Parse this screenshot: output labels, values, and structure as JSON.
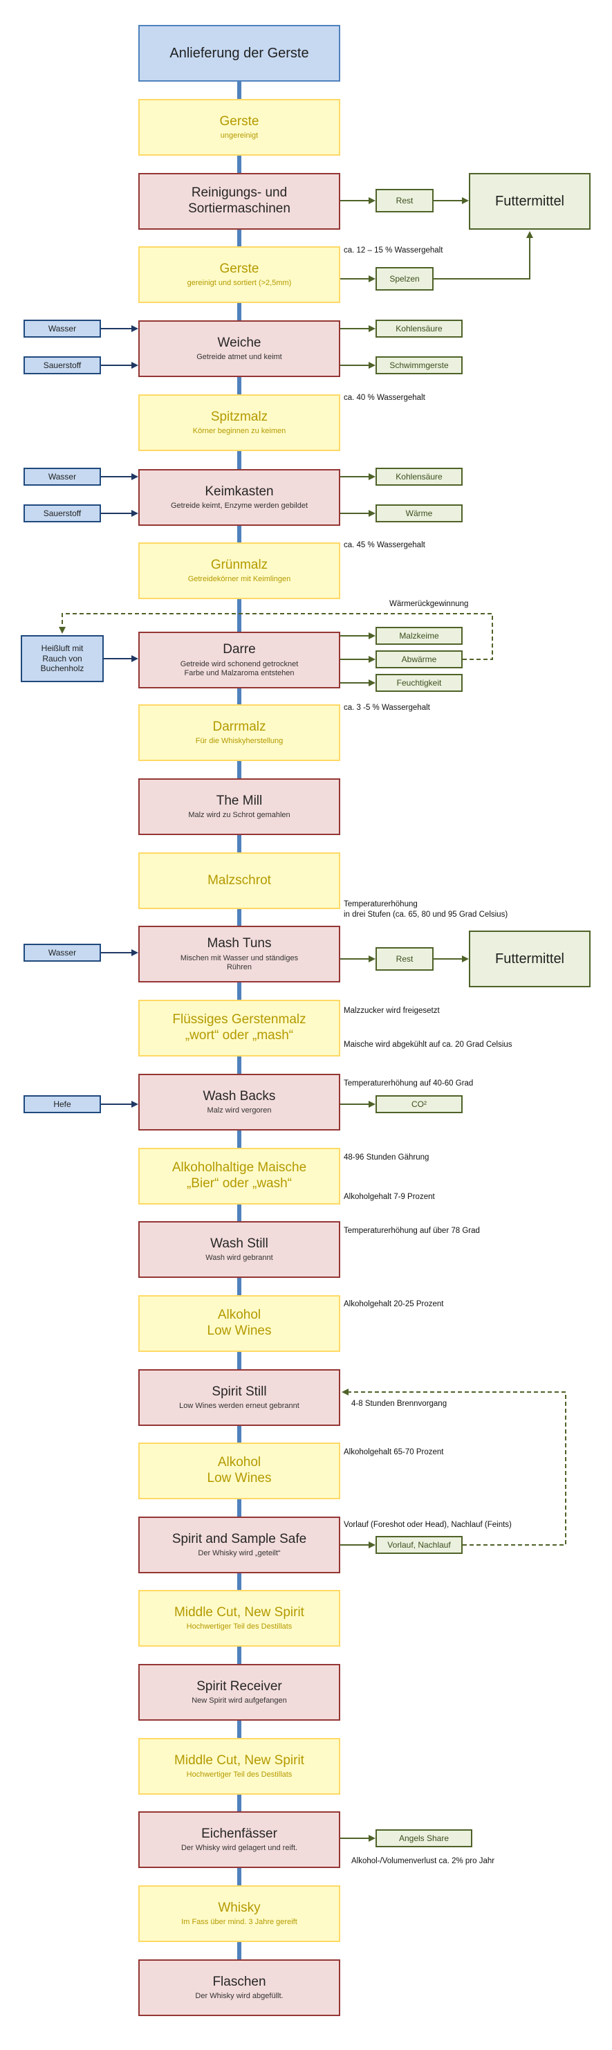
{
  "main_flow": [
    {
      "title": "Anlieferung der Gerste",
      "sub": "",
      "style": "blueTop"
    },
    {
      "title": "Gerste",
      "sub": "ungereinigt",
      "style": "yellow"
    },
    {
      "title": "Reinigungs- und\nSortiermaschinen",
      "sub": "",
      "style": "red"
    },
    {
      "title": "Gerste",
      "sub": "gereinigt und sortiert (>2,5mm)",
      "style": "yellow"
    },
    {
      "title": "Weiche",
      "sub": "Getreide atmet und keimt",
      "style": "red"
    },
    {
      "title": "Spitzmalz",
      "sub": "Körner beginnen zu keimen",
      "style": "yellow"
    },
    {
      "title": "Keimkasten",
      "sub": "Getreide keimt, Enzyme werden gebildet",
      "style": "red"
    },
    {
      "title": "Grünmalz",
      "sub": "Getreidekörner mit Keimlingen",
      "style": "yellow"
    },
    {
      "title": "Darre",
      "sub": "Getreide wird schonend getrocknet\nFarbe und Malzaroma entstehen",
      "style": "red"
    },
    {
      "title": "Darrmalz",
      "sub": "Für die Whiskyherstellung",
      "style": "yellow"
    },
    {
      "title": "The Mill",
      "sub": "Malz wird zu Schrot gemahlen",
      "style": "red"
    },
    {
      "title": "Malzschrot",
      "sub": "",
      "style": "yellow"
    },
    {
      "title": "Mash Tuns",
      "sub": "Mischen mit Wasser und ständiges\nRühren",
      "style": "red"
    },
    {
      "title": "Flüssiges Gerstenmalz\n„wort“ oder „mash“",
      "sub": "",
      "style": "yellow"
    },
    {
      "title": "Wash Backs",
      "sub": "Malz wird vergoren",
      "style": "red"
    },
    {
      "title": "Alkoholhaltige Maische\n„Bier“ oder „wash“",
      "sub": "",
      "style": "yellow"
    },
    {
      "title": "Wash Still",
      "sub": "Wash wird gebrannt",
      "style": "red"
    },
    {
      "title": "Alkohol\nLow Wines",
      "sub": "",
      "style": "yellow"
    },
    {
      "title": "Spirit Still",
      "sub": "Low Wines werden erneut gebrannt",
      "style": "red"
    },
    {
      "title": "Alkohol\nLow Wines",
      "sub": "",
      "style": "yellow"
    },
    {
      "title": "Spirit and Sample Safe",
      "sub": "Der Whisky wird „geteilt“",
      "style": "red"
    },
    {
      "title": "Middle Cut, New Spirit",
      "sub": "Hochwertiger Teil des Destillats",
      "style": "yellow"
    },
    {
      "title": "Spirit Receiver",
      "sub": "New Spirit wird aufgefangen",
      "style": "red"
    },
    {
      "title": "Middle Cut, New Spirit",
      "sub": "Hochwertiger Teil des Destillats",
      "style": "yellow"
    },
    {
      "title": "Eichenfässer",
      "sub": "Der Whisky wird gelagert und reift.",
      "style": "red"
    },
    {
      "title": "Whisky",
      "sub": "Im Fass über mind. 3 Jahre gereift",
      "style": "yellow"
    },
    {
      "title": "Flaschen",
      "sub": "Der Whisky wird abgefüllt.",
      "style": "red"
    }
  ],
  "outputs": [
    "Rest",
    "Spelzen",
    "Kohlensäure",
    "Schwimmgerste",
    "Kohlensäure",
    "Wärme",
    "Malzkeime",
    "Abwärme",
    "Feuchtigkeit",
    "Rest",
    "CO²",
    "Vorlauf, Nachlauf",
    "Angels Share"
  ],
  "futtermittel": [
    "Futtermittel",
    "Futtermittel"
  ],
  "inputs": [
    "Wasser",
    "Sauerstoff",
    "Wasser",
    "Sauerstoff",
    "Heißluft mit\nRauch von\nBuchenholz",
    "Wasser",
    "Hefe"
  ],
  "notes": [
    "ca. 12 – 15 % Wassergehalt",
    "ca. 40 % Wassergehalt",
    "ca. 45 % Wassergehalt",
    "Wärmerückgewinnung",
    "ca. 3 -5 % Wassergehalt",
    "Temperaturerhöhung\nin drei Stufen (ca. 65, 80 und 95 Grad Celsius)",
    "Malzzucker wird freigesetzt",
    "Maische wird abgekühlt auf ca. 20 Grad Celsius",
    "Temperaturerhöhung  auf 40-60 Grad",
    "48-96 Stunden Gährung",
    "Alkoholgehalt 7-9 Prozent",
    "Temperaturerhöhung  auf über 78 Grad",
    "Alkoholgehalt 20-25 Prozent",
    "4-8 Stunden Brennvorgang",
    "Alkoholgehalt 65-70 Prozent",
    "Vorlauf (Foreshot oder Head), Nachlauf (Feints)",
    "Alkohol-/Volumenverlust  ca. 2% pro Jahr"
  ],
  "colors": {
    "spine": "#4f81bd",
    "arrow": "#4f6228",
    "red_border": "#943634",
    "yellow_border": "#ffd966",
    "blue_border": "#1f497d"
  }
}
